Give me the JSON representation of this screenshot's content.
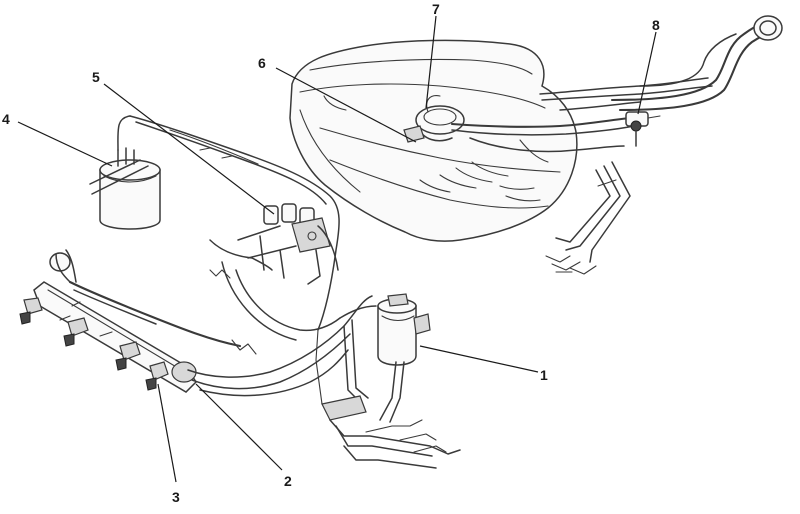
{
  "diagram": {
    "callouts": [
      {
        "id": "callout-1",
        "text": "1"
      },
      {
        "id": "callout-2",
        "text": "2"
      },
      {
        "id": "callout-3",
        "text": "3"
      },
      {
        "id": "callout-4",
        "text": "4"
      },
      {
        "id": "callout-5",
        "text": "5"
      },
      {
        "id": "callout-6",
        "text": "6"
      },
      {
        "id": "callout-7",
        "text": "7"
      },
      {
        "id": "callout-8",
        "text": "8"
      }
    ],
    "colors": {
      "line": "#3a3a3a",
      "background": "#ffffff",
      "shade": "#d8d8d8"
    }
  }
}
